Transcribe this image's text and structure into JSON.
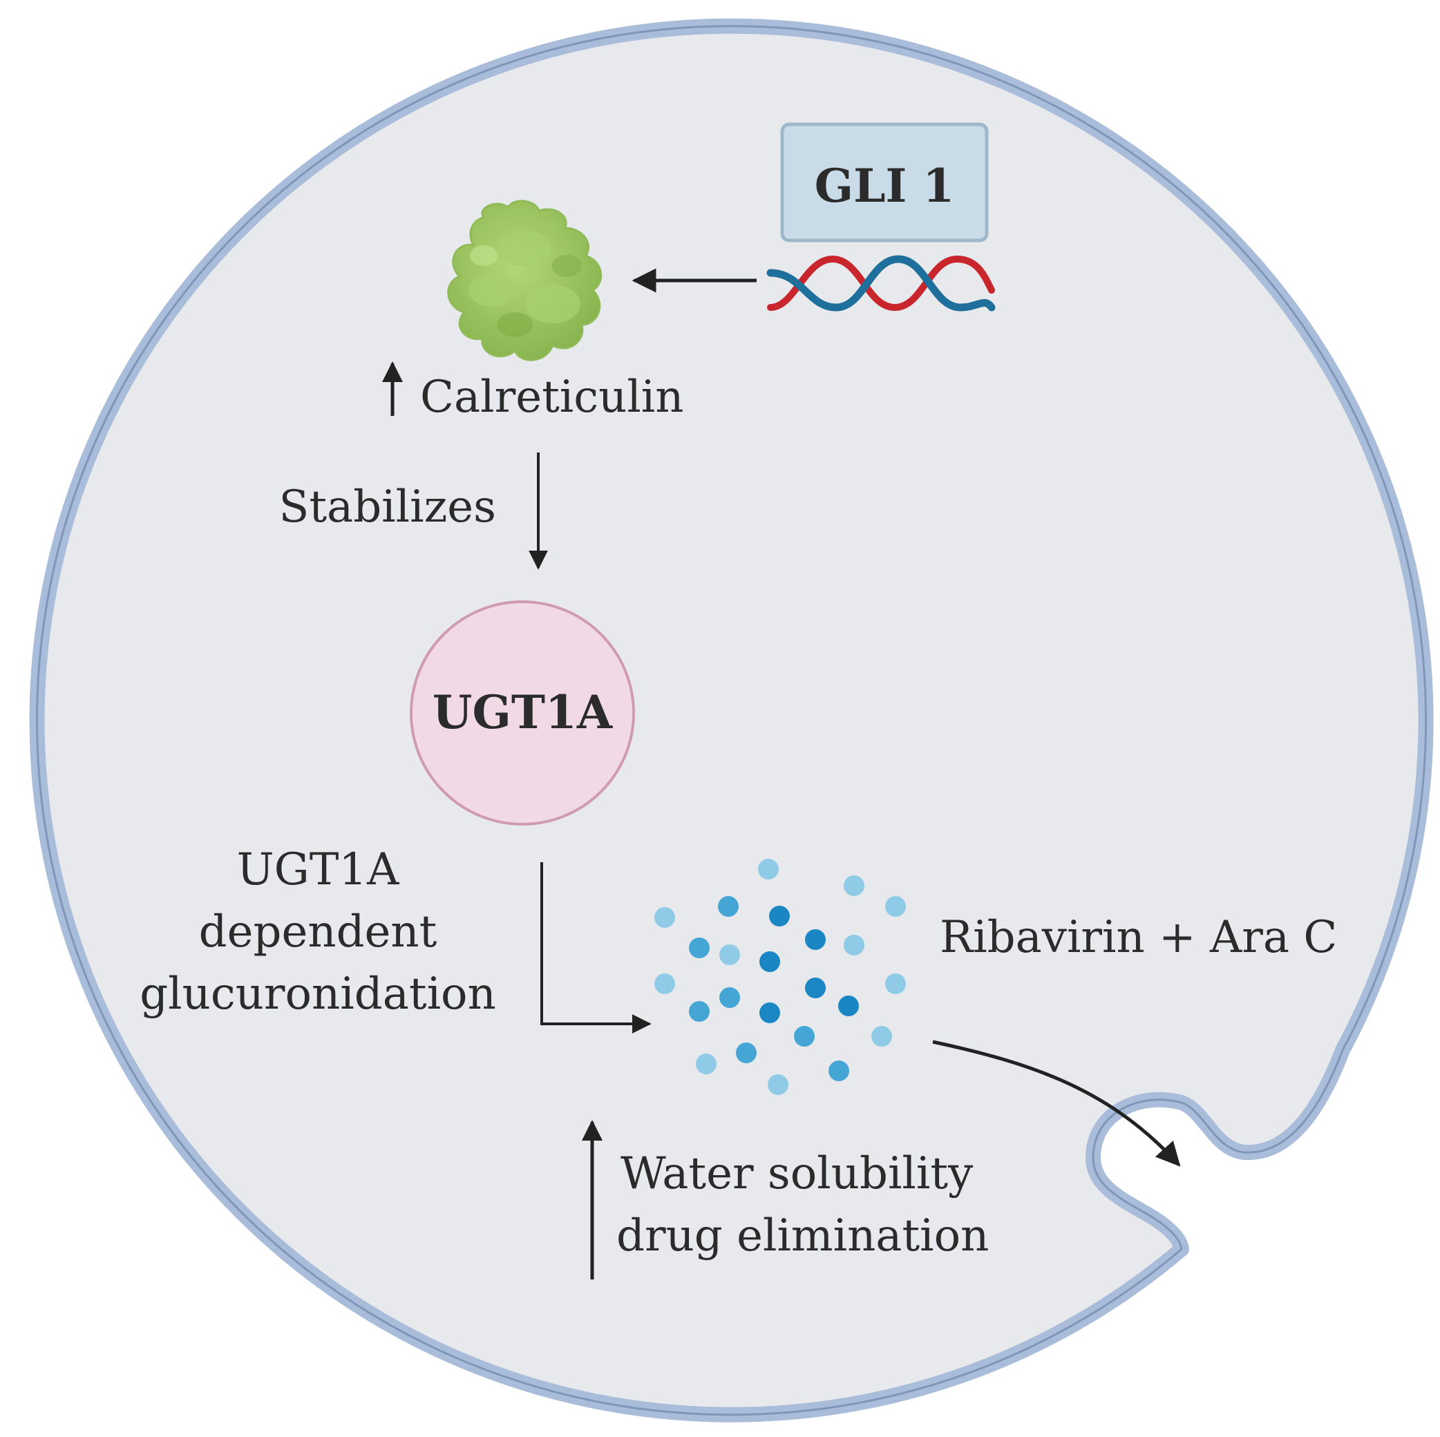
{
  "gene_box": {
    "label": "GLI 1"
  },
  "protein": {
    "label": "Calreticulin",
    "up_arrow": "↑"
  },
  "edge_stabilizes": {
    "label": "Stabilizes"
  },
  "enzyme": {
    "label": "UGT1A"
  },
  "process": {
    "lines": [
      "UGT1A",
      "dependent",
      "glucuronidation"
    ]
  },
  "drugs": {
    "label": "Ribavirin + Ara C"
  },
  "outcome": {
    "lines": [
      "Water solubility",
      "drug elimination"
    ]
  },
  "colors": {
    "cell_fill": "#e8e9ed",
    "membrane": "#a9bcd9",
    "membrane_edge": "#7f96b9",
    "gene_box_fill": "#c9dbe6",
    "gene_box_stroke": "#9cb8c9",
    "dna_red": "#c8252c",
    "dna_blue": "#1f6f9c",
    "calreticulin": "#9cc462",
    "ugt1a_fill": "#f2d9e6",
    "ugt1a_stroke": "#cf9bb0",
    "drug_light": "#8fcbe6",
    "drug_mid": "#45a6d6",
    "drug_dark": "#1b86c4",
    "arrow": "#222222"
  }
}
